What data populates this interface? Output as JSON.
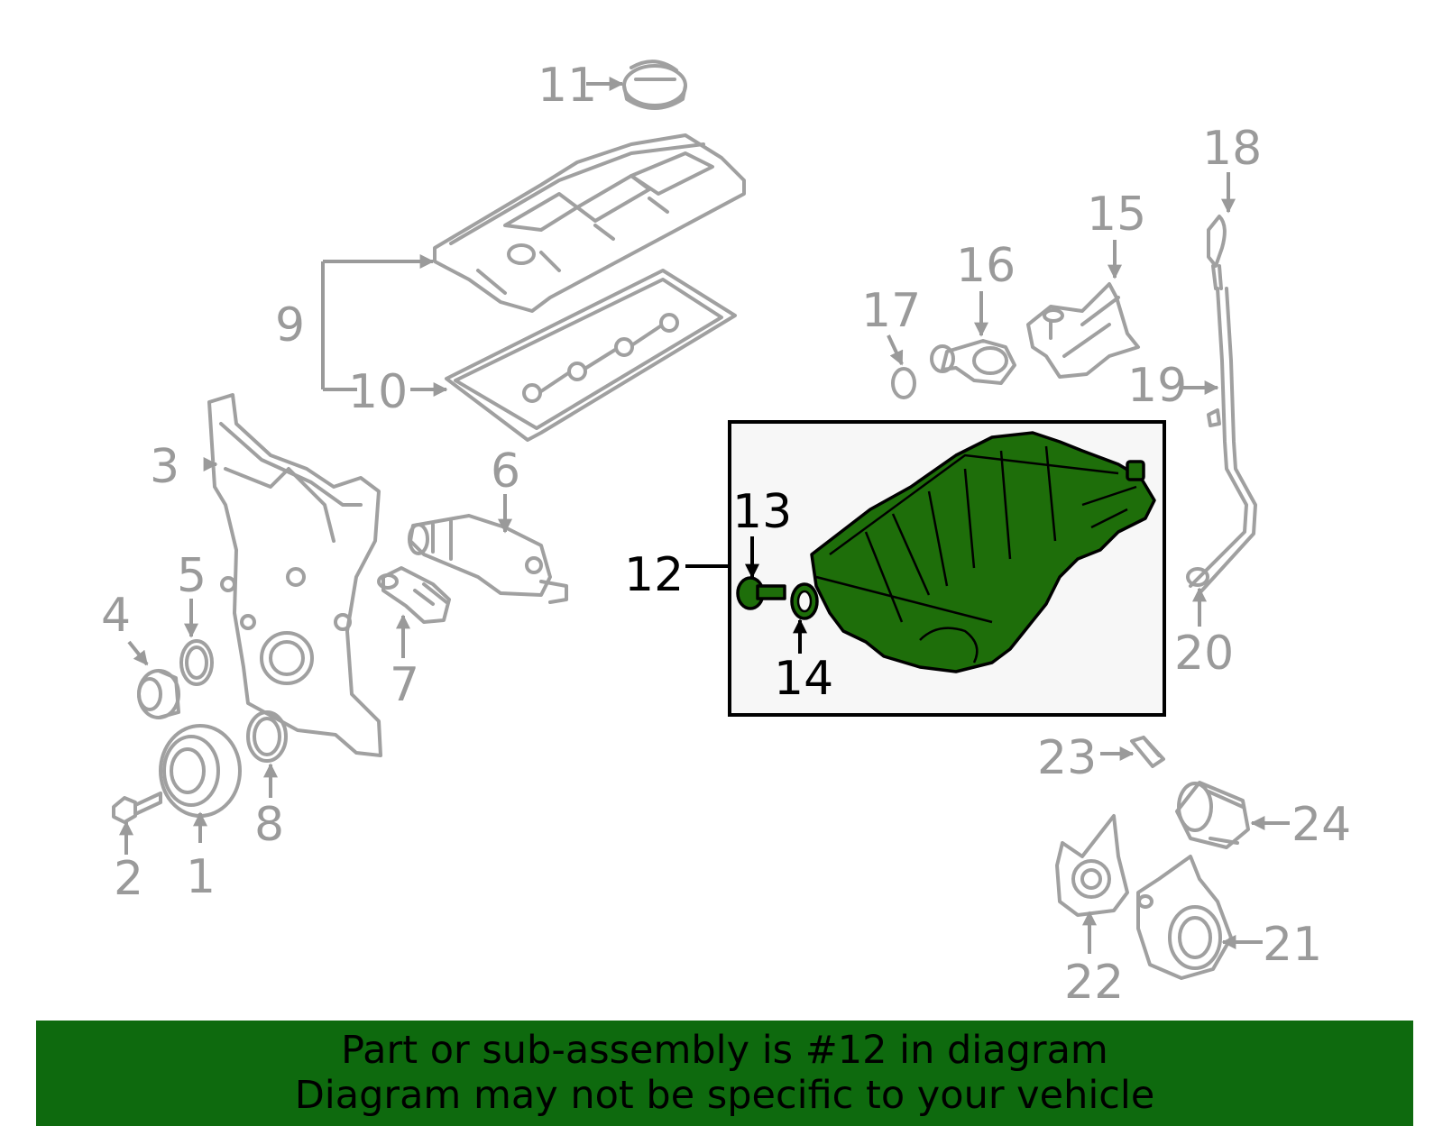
{
  "callouts": {
    "c1": "1",
    "c2": "2",
    "c3": "3",
    "c4": "4",
    "c5": "5",
    "c6": "6",
    "c7": "7",
    "c8": "8",
    "c9": "9",
    "c10": "10",
    "c11": "11",
    "c12": "12",
    "c13": "13",
    "c14": "14",
    "c15": "15",
    "c16": "16",
    "c17": "17",
    "c18": "18",
    "c19": "19",
    "c20": "20",
    "c21": "21",
    "c22": "22",
    "c23": "23",
    "c24": "24"
  },
  "banner": {
    "line1": "Part or sub-assembly is #12 in diagram",
    "line2": "Diagram may not be specific to your vehicle"
  },
  "colors": {
    "highlight_part": "#1e6e0a",
    "banner_background": "#0e6a0e",
    "part_outline": "#a0a0a0",
    "callout_gray": "#9a9a9a",
    "detail_box_background": "#f7f7f7"
  },
  "highlighted_part": "12"
}
